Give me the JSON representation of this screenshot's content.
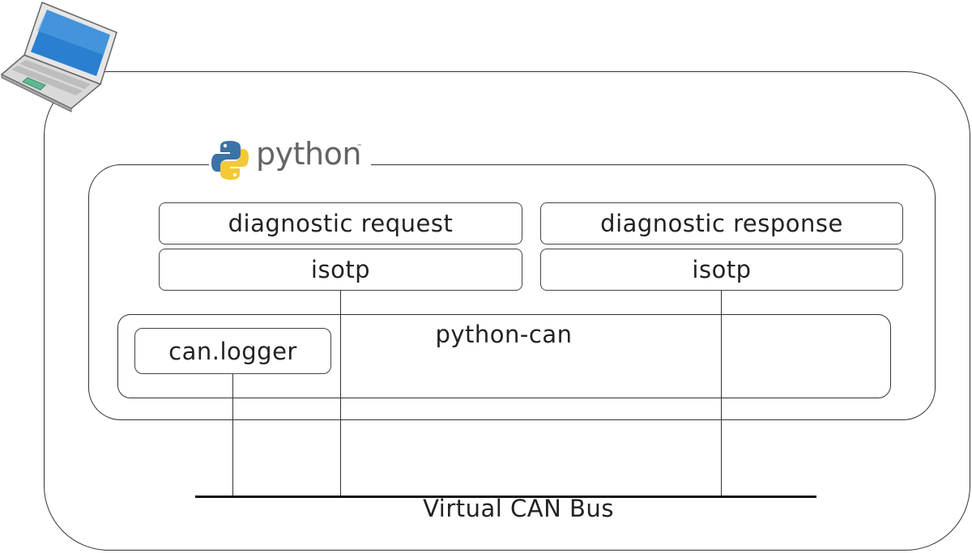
{
  "diagram": {
    "host": {
      "icon": "laptop-icon"
    },
    "python_env": {
      "logo_text": "python",
      "logo_tm": "™",
      "logo_icon": "python-snake-icon"
    },
    "request_stack": {
      "app_label": "diagnostic request",
      "transport_label": "isotp"
    },
    "response_stack": {
      "app_label": "diagnostic response",
      "transport_label": "isotp"
    },
    "python_can": {
      "label": "python-can",
      "logger_label": "can.logger"
    },
    "bus": {
      "label": "Virtual CAN Bus"
    }
  },
  "colors": {
    "outline": "#333333",
    "laptop_screen": "#2a7fd0",
    "laptop_body": "#d9d9d9",
    "laptop_touchpad": "#5fb892",
    "python_blue": "#3a73a6",
    "python_yellow": "#f5c935",
    "python_wordmark": "#646464"
  }
}
